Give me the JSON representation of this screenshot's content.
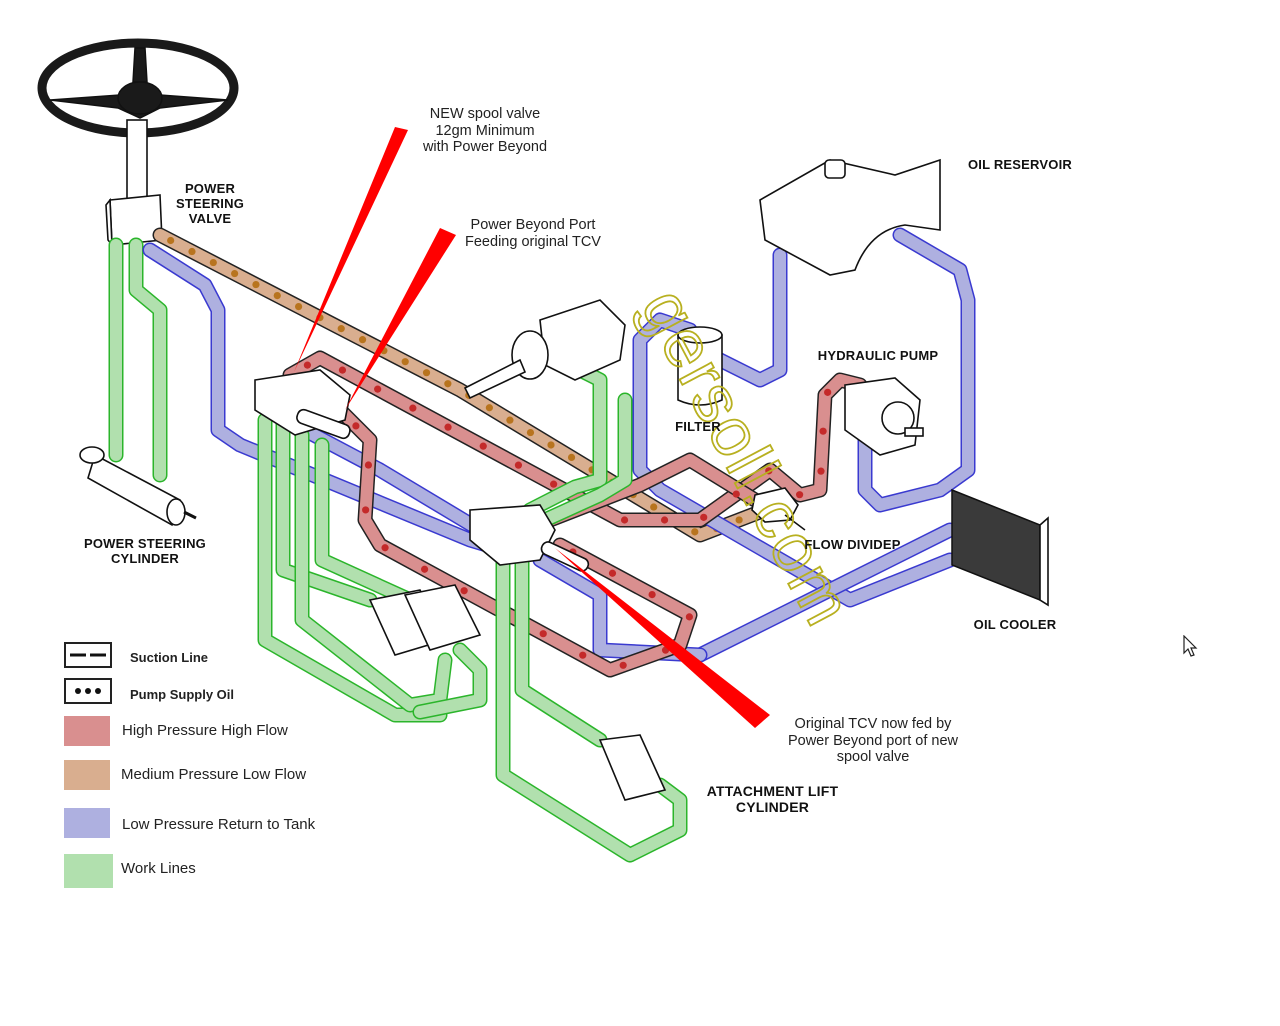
{
  "diagram": {
    "title": "Hydraulic system with new spool valve and power beyond",
    "components": {
      "power_steering_valve": "POWER STEERING\nVALVE",
      "power_steering_cylinder": "POWER STEERING\nCYLINDER",
      "oil_reservoir": "OIL RESERVOIR",
      "hydraulic_pump": "HYDRAULIC PUMP",
      "filter": "FILTER",
      "flow_divider": "FLOW DIVIDEP",
      "oil_cooler": "OIL COOLER",
      "attachment_lift_cylinder": "ATTACHMENT LIFT\nCYLINDER"
    },
    "annotations": {
      "new_spool_valve": [
        "NEW spool valve",
        "12gm Minimum",
        "with Power Beyond"
      ],
      "power_beyond_port": [
        "Power Beyond Port",
        "Feeding original TCV"
      ],
      "original_tcv": [
        "Original TCV now fed by",
        "Power Beyond port of new",
        "spool valve"
      ]
    },
    "watermark": "gersoll.com",
    "colors": {
      "high_pressure": "#d98f8f",
      "medium_pressure": "#d9ae8f",
      "low_pressure": "#aeb0e0",
      "work_lines": "#b1e0ae",
      "pointer": "#ff0000",
      "watermark": "#b8b020"
    }
  },
  "legend": {
    "items": [
      {
        "label": "Suction Line",
        "type": "suction-line-icon"
      },
      {
        "label": "Pump Supply Oil",
        "type": "pump-supply-dots-icon"
      },
      {
        "label": "High Pressure High Flow",
        "color": "#d98f8f"
      },
      {
        "label": "Medium Pressure Low Flow",
        "color": "#d9ae8f"
      },
      {
        "label": "Low Pressure Return to Tank",
        "color": "#aeb0e0"
      },
      {
        "label": "Work Lines",
        "color": "#b1e0ae"
      }
    ]
  }
}
